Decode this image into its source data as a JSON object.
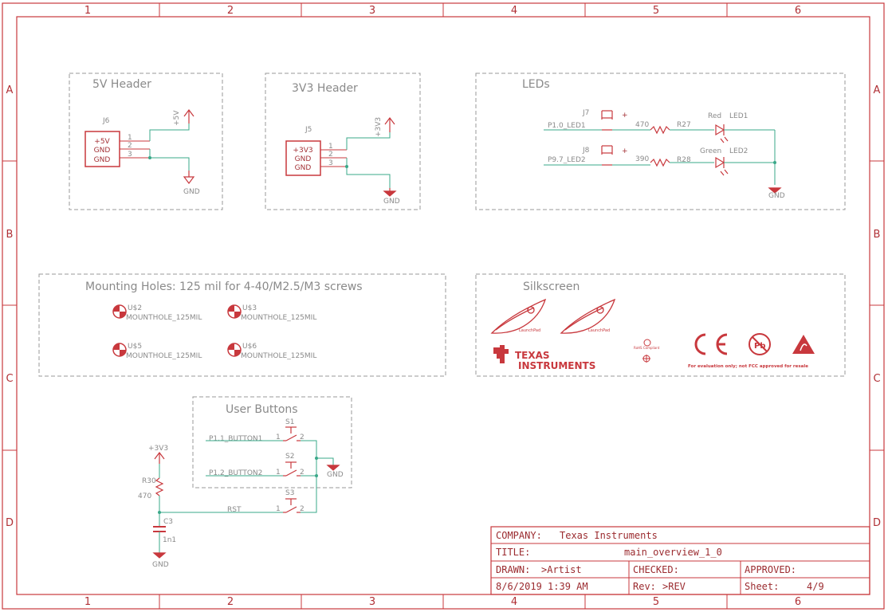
{
  "grid": {
    "columns": [
      "1",
      "2",
      "3",
      "4",
      "5",
      "6"
    ],
    "rows": [
      "A",
      "B",
      "C",
      "D"
    ]
  },
  "title_block": {
    "company_label": "COMPANY:",
    "company_value": "Texas Instruments",
    "title_label": "TITLE:",
    "title_value": "main_overview_1_0",
    "drawn_label": "DRAWN:",
    "drawn_value": ">Artist",
    "checked_label": "CHECKED:",
    "approved_label": "APPROVED:",
    "date_value": "8/6/2019 1:39 AM",
    "rev_label": "Rev:",
    "rev_value": ">REV",
    "sheet_label": "Sheet:",
    "sheet_value": "4/9"
  },
  "groups": {
    "header5v": {
      "title": "5V Header",
      "ref": "J6",
      "pins": [
        "+5V",
        "GND",
        "GND"
      ],
      "pin_numbers": [
        "1",
        "2",
        "3"
      ],
      "supply": "+5V",
      "ground": "GND"
    },
    "header3v3": {
      "title": "3V3 Header",
      "ref": "J5",
      "pins": [
        "+3V3",
        "GND",
        "GND"
      ],
      "pin_numbers": [
        "1",
        "2",
        "3"
      ],
      "supply": "+3V3",
      "ground": "GND"
    },
    "leds": {
      "title": "LEDs",
      "rows": [
        {
          "net": "P1.0_LED1",
          "jumper": "J7",
          "res_value": "470",
          "res_ref": "R27",
          "led_color": "Red",
          "led_ref": "LED1"
        },
        {
          "net": "P9.7_LED2",
          "jumper": "J8",
          "res_value": "390",
          "res_ref": "R28",
          "led_color": "Green",
          "led_ref": "LED2"
        }
      ],
      "ground": "GND"
    },
    "mounting": {
      "title": "Mounting Holes: 125 mil for 4-40/M2.5/M3 screws",
      "holes": [
        {
          "ref": "U$2",
          "value": "MOUNTHOLE_125MIL"
        },
        {
          "ref": "U$3",
          "value": "MOUNTHOLE_125MIL"
        },
        {
          "ref": "U$5",
          "value": "MOUNTHOLE_125MIL"
        },
        {
          "ref": "U$6",
          "value": "MOUNTHOLE_125MIL"
        }
      ]
    },
    "silkscreen": {
      "title": "Silkscreen",
      "launchpad_text": "LaunchPad",
      "ti_text_1": "TEXAS",
      "ti_text_2": "INSTRUMENTS",
      "small_logo_text": "RoHS Compliant",
      "fcc_note": "For evaluation only; not FCC approved for resale"
    },
    "buttons": {
      "title": "User Buttons",
      "switches": [
        {
          "ref": "S1",
          "net": "P1.1_BUTTON1"
        },
        {
          "ref": "S2",
          "net": "P1.2_BUTTON2"
        },
        {
          "ref": "S3",
          "net": "RST"
        }
      ],
      "pin_left": "1",
      "pin_right": "2",
      "ground": "GND",
      "supply": "+3V3",
      "resistor_ref": "R30",
      "resistor_value": "470",
      "cap_ref": "C3",
      "cap_value": "1n1",
      "cap_ground": "GND"
    }
  },
  "colors": {
    "frame": "#c8383d",
    "wire": "#3aa889",
    "group_border": "#9a9a9a"
  }
}
